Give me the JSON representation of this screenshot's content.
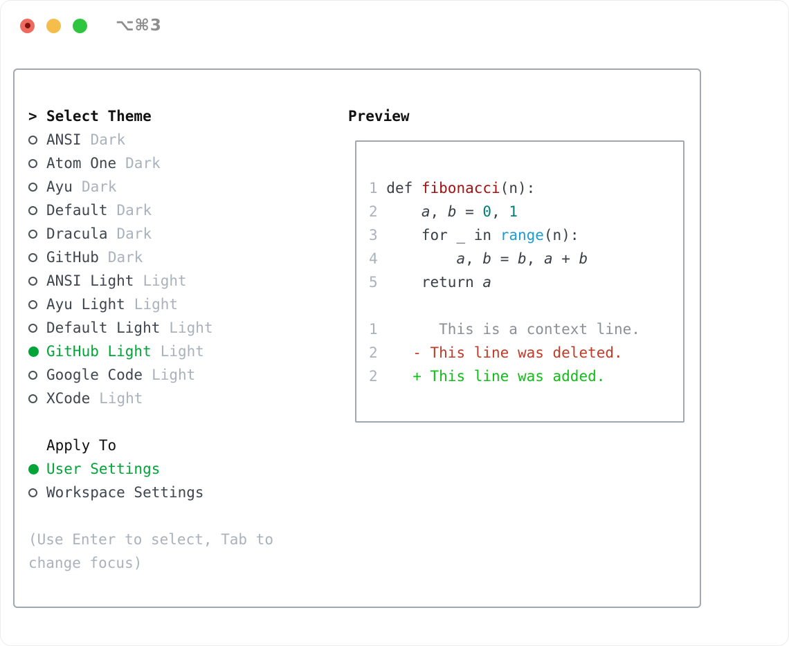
{
  "window": {
    "title": "⌥⌘3",
    "traffic_lights": [
      "close",
      "minimize",
      "zoom"
    ]
  },
  "colors": {
    "accent_green": "#00A437",
    "diff_added_green": "#11BD17",
    "diff_deleted_red": "#C03A27",
    "function_red": "#A31212",
    "number_teal": "#007C7C",
    "builtin_blue": "#1B9CD2",
    "muted_gray": "#A9B2BC",
    "context_gray": "#8A9096",
    "code_ink": "#383F46",
    "heading_ink": "#111111",
    "item_ink": "#3E454E",
    "panel_border": "#9FA8B2",
    "radio_ring": "#4B5158",
    "titlebar_text": "#8D8D8D",
    "traffic_red": "#EE6A5E",
    "traffic_red_dot": "#7E120C",
    "traffic_yellow": "#F5BD4B",
    "traffic_green": "#2EC63F"
  },
  "theme_picker": {
    "cursor": ">",
    "heading": "Select Theme",
    "items": [
      {
        "name": "ANSI",
        "tag": "Dark",
        "selected": false
      },
      {
        "name": "Atom One",
        "tag": "Dark",
        "selected": false
      },
      {
        "name": "Ayu",
        "tag": "Dark",
        "selected": false
      },
      {
        "name": "Default",
        "tag": "Dark",
        "selected": false
      },
      {
        "name": "Dracula",
        "tag": "Dark",
        "selected": false
      },
      {
        "name": "GitHub",
        "tag": "Dark",
        "selected": false
      },
      {
        "name": "ANSI Light",
        "tag": "Light",
        "selected": false
      },
      {
        "name": "Ayu Light",
        "tag": "Light",
        "selected": false
      },
      {
        "name": "Default Light",
        "tag": "Light",
        "selected": false
      },
      {
        "name": "GitHub Light",
        "tag": "Light",
        "selected": true
      },
      {
        "name": "Google Code",
        "tag": "Light",
        "selected": false
      },
      {
        "name": "XCode",
        "tag": "Light",
        "selected": false
      }
    ],
    "apply_to": {
      "heading": "Apply To",
      "options": [
        {
          "label": "User Settings",
          "selected": true
        },
        {
          "label": "Workspace Settings",
          "selected": false
        }
      ]
    },
    "hint_lines": [
      "(Use Enter to select, Tab to",
      "change focus)"
    ]
  },
  "preview": {
    "heading": "Preview",
    "code_lines": [
      {
        "tokens": [
          {
            "text": "1 ",
            "type": "linenum"
          },
          {
            "text": "def ",
            "type": "keyword"
          },
          {
            "text": "fibonacci",
            "type": "function"
          },
          {
            "text": "(n):",
            "type": "plain"
          }
        ]
      },
      {
        "tokens": [
          {
            "text": "2 ",
            "type": "linenum"
          },
          {
            "text": "    ",
            "type": "plain"
          },
          {
            "text": "a",
            "type": "variable"
          },
          {
            "text": ", ",
            "type": "plain"
          },
          {
            "text": "b",
            "type": "variable"
          },
          {
            "text": " = ",
            "type": "plain"
          },
          {
            "text": "0",
            "type": "number"
          },
          {
            "text": ", ",
            "type": "plain"
          },
          {
            "text": "1",
            "type": "number"
          }
        ]
      },
      {
        "tokens": [
          {
            "text": "3 ",
            "type": "linenum"
          },
          {
            "text": "    ",
            "type": "plain"
          },
          {
            "text": "for ",
            "type": "keyword"
          },
          {
            "text": "_ ",
            "type": "plain"
          },
          {
            "text": "in ",
            "type": "keyword"
          },
          {
            "text": "range",
            "type": "builtin"
          },
          {
            "text": "(n):",
            "type": "plain"
          }
        ]
      },
      {
        "tokens": [
          {
            "text": "4 ",
            "type": "linenum"
          },
          {
            "text": "        ",
            "type": "plain"
          },
          {
            "text": "a",
            "type": "variable"
          },
          {
            "text": ", ",
            "type": "plain"
          },
          {
            "text": "b",
            "type": "variable"
          },
          {
            "text": " = ",
            "type": "plain"
          },
          {
            "text": "b",
            "type": "variable"
          },
          {
            "text": ", ",
            "type": "plain"
          },
          {
            "text": "a",
            "type": "variable"
          },
          {
            "text": " + ",
            "type": "plain"
          },
          {
            "text": "b",
            "type": "variable"
          }
        ]
      },
      {
        "tokens": [
          {
            "text": "5 ",
            "type": "linenum"
          },
          {
            "text": "    ",
            "type": "plain"
          },
          {
            "text": "return ",
            "type": "keyword"
          },
          {
            "text": "a",
            "type": "variable"
          }
        ]
      },
      {
        "tokens": []
      },
      {
        "tokens": [
          {
            "text": "1",
            "type": "linenum"
          },
          {
            "text": "       This is a context line.",
            "type": "diff-context"
          }
        ]
      },
      {
        "tokens": [
          {
            "text": "2",
            "type": "linenum"
          },
          {
            "text": "    - This line was deleted.",
            "type": "diff-deleted"
          }
        ]
      },
      {
        "tokens": [
          {
            "text": "2",
            "type": "linenum"
          },
          {
            "text": "    + This line was added.",
            "type": "diff-added"
          }
        ]
      }
    ]
  }
}
